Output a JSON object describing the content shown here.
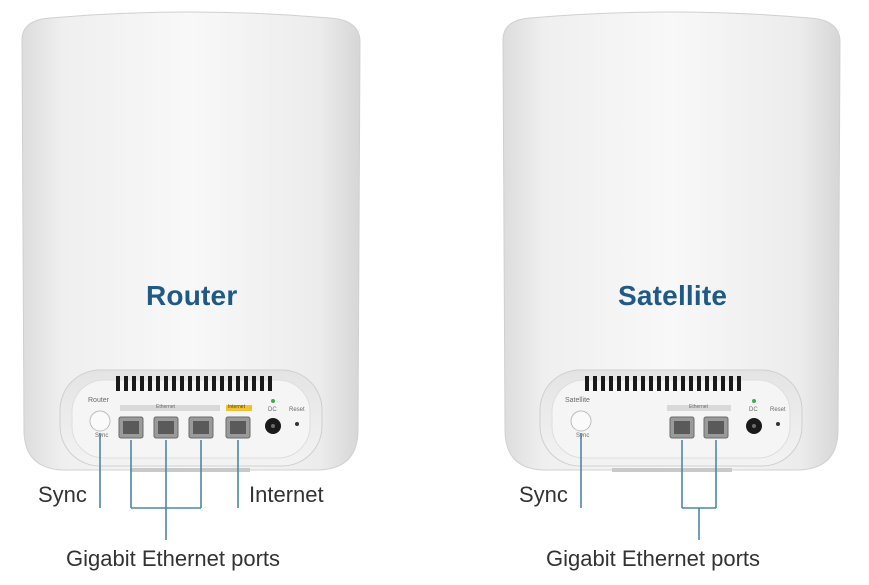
{
  "router": {
    "title": "Router",
    "panel": {
      "button_label": "Router",
      "sync_label": "Sync",
      "ethernet_label": "Ethernet",
      "internet_label": "Internet",
      "dc_label": "DC",
      "reset_label": "Reset"
    },
    "callouts": {
      "sync": "Sync",
      "internet": "Internet",
      "ports": "Gigabit Ethernet ports"
    }
  },
  "satellite": {
    "title": "Satellite",
    "panel": {
      "button_label": "Satellite",
      "sync_label": "Sync",
      "ethernet_label": "Ethernet",
      "dc_label": "DC",
      "reset_label": "Reset"
    },
    "callouts": {
      "sync": "Sync",
      "ports": "Gigabit Ethernet ports"
    }
  },
  "colors": {
    "title": "#1f5a86",
    "callout_line": "#4d86a8",
    "led": "#3db04a",
    "internet_badge": "#f2c230"
  }
}
